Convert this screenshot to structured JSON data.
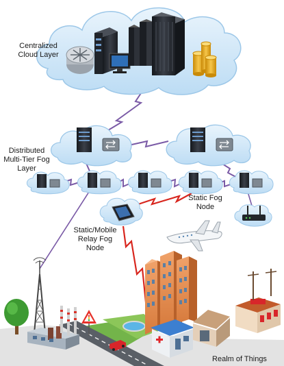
{
  "labels": {
    "cloud_layer": "Centralized\nCloud Layer",
    "fog_layer": "Distributed\nMulti-Tier Fog\nLayer",
    "static_fog_node": "Static Fog\nNode",
    "relay_fog_node": "Static/Mobile\nRelay Fog\nNode",
    "realm_of_things": "Realm of Things"
  },
  "colors": {
    "cloud_fill": "#cfe6f7",
    "cloud_stroke": "#9cc7e8",
    "server_body": "#2b2f36",
    "link_purple": "#7a5aa6",
    "link_red": "#d8261e",
    "gold": "#e6a817"
  },
  "icons": [
    "router-icon",
    "server-icon",
    "monitor-icon",
    "coin-stack-icon",
    "smartphone-icon",
    "wifi-router-icon",
    "airplane-icon",
    "radio-tower-icon",
    "factory-icon",
    "hospital-icon",
    "fire-station-icon",
    "tree-icon"
  ]
}
